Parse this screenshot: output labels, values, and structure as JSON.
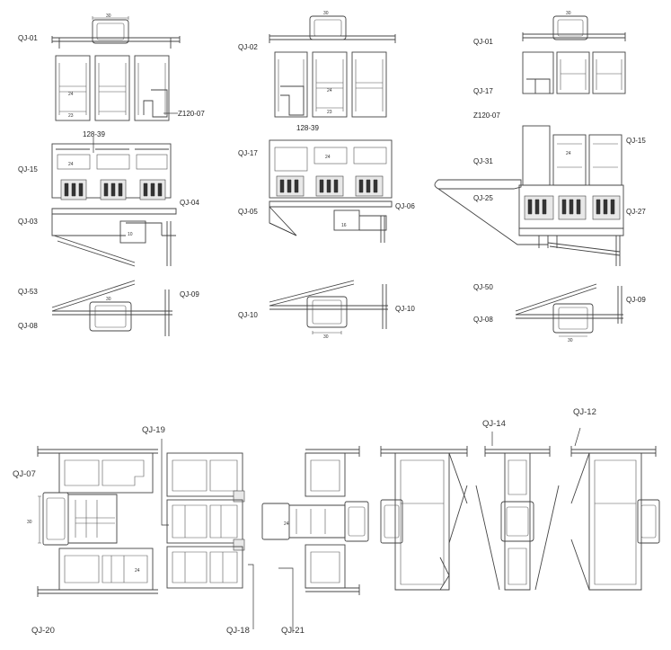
{
  "labels": {
    "g1_qj01": "QJ-01",
    "g1_z120": "Z120-07",
    "g1_12839": "128-39",
    "g1_qj15": "QJ-15",
    "g1_qj04": "QJ-04",
    "g1_qj03": "QJ-03",
    "g1_qj53": "QJ-53",
    "g1_qj09": "QJ-09",
    "g1_qj08": "QJ-08",
    "g2_qj02": "QJ-02",
    "g2_12839": "128-39",
    "g2_qj17": "QJ-17",
    "g2_qj05": "QJ-05",
    "g2_qj06": "QJ-06",
    "g2_qj10a": "QJ-10",
    "g2_qj10b": "QJ-10",
    "g3_qj01": "QJ-01",
    "g3_qj17": "QJ-17",
    "g3_z120": "Z120-07",
    "g3_qj15": "QJ-15",
    "g3_qj31": "QJ-31",
    "g3_qj25": "QJ-25",
    "g3_qj27": "QJ-27",
    "g3_qj50": "QJ-50",
    "g3_qj09": "QJ-09",
    "g3_qj08": "QJ-08",
    "b_qj07": "QJ-07",
    "b_qj19": "QJ-19",
    "b_qj14": "QJ-14",
    "b_qj12": "QJ-12",
    "b_qj20": "QJ-20",
    "b_qj18": "QJ-18",
    "b_qj21": "QJ-21"
  },
  "dims": {
    "d30": "30",
    "d24": "24",
    "d23": "23",
    "d16": "16",
    "d10": "10"
  }
}
